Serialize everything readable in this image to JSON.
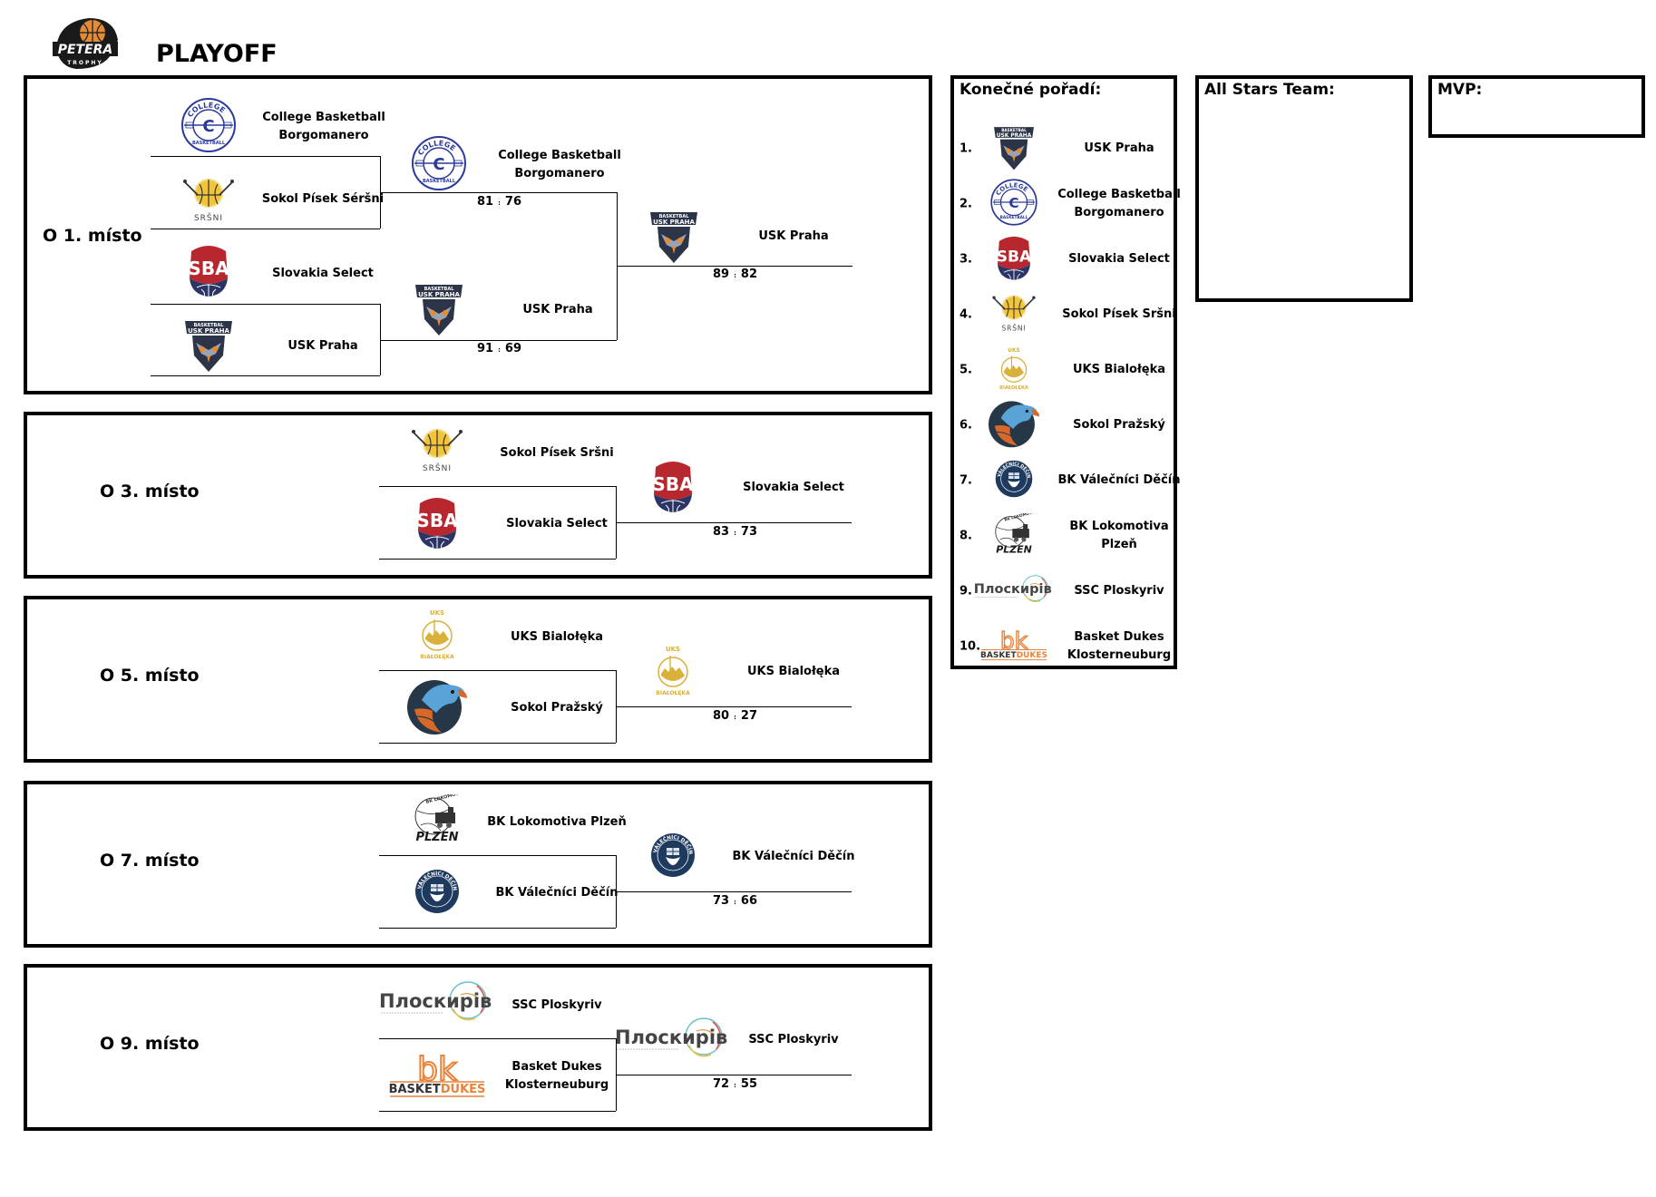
{
  "header": {
    "title": "PLAYOFF",
    "logo": "petera-trophy-logo"
  },
  "sections": [
    {
      "label": "O 1. místo",
      "semis": [
        {
          "team_a": "College Basketball Borgomanero",
          "logo_a": "college",
          "team_b": "Sokol Písek Séršni",
          "logo_b": "srsni",
          "winner": "College Basketball Borgomanero",
          "logo_w": "college",
          "score_w": "81",
          "score_l": "76"
        },
        {
          "team_a": "Slovakia Select",
          "logo_a": "sba",
          "team_b": "USK Praha",
          "logo_b": "usk",
          "winner": "USK Praha",
          "logo_w": "usk",
          "score_w": "91",
          "score_l": "69"
        }
      ],
      "final": {
        "winner": "USK Praha",
        "logo_w": "usk",
        "score_w": "89",
        "score_l": "82"
      }
    },
    {
      "label": "O 3. místo",
      "team_a": "Sokol Písek Sršni",
      "logo_a": "srsni",
      "team_b": "Slovakia Select",
      "logo_b": "sba",
      "winner": "Slovakia Select",
      "logo_w": "sba",
      "score_w": "83",
      "score_l": "73"
    },
    {
      "label": "O 5. místo",
      "team_a": "UKS Bialołęka",
      "logo_a": "uks",
      "team_b": "Sokol Pražský",
      "logo_b": "sokol-prazsky",
      "winner": "UKS Bialołęka",
      "logo_w": "uks",
      "score_w": "80",
      "score_l": "27"
    },
    {
      "label": "O 7. místo",
      "team_a": "BK Lokomotiva Plzeň",
      "logo_a": "plzen",
      "team_b": "BK Válečníci Děčín",
      "logo_b": "decin",
      "winner": "BK Válečníci Děčín",
      "logo_w": "decin",
      "score_w": "73",
      "score_l": "66"
    },
    {
      "label": "O 9. místo",
      "team_a": "SSC Ploskyriv",
      "logo_a": "ploskyriv",
      "team_b": "Basket Dukes Klosterneuburg",
      "logo_b": "dukes",
      "winner": "SSC Ploskyriv",
      "logo_w": "ploskyriv",
      "score_w": "72",
      "score_l": "55"
    }
  ],
  "score_separator": ":",
  "standings": {
    "title": "Konečné pořadí:",
    "rows": [
      {
        "rank": "1.",
        "team": "USK Praha",
        "logo": "usk"
      },
      {
        "rank": "2.",
        "team": "College Basketball Borgomanero",
        "logo": "college"
      },
      {
        "rank": "3.",
        "team": "Slovakia Select",
        "logo": "sba"
      },
      {
        "rank": "4.",
        "team": "Sokol Písek Sršni",
        "logo": "srsni"
      },
      {
        "rank": "5.",
        "team": "UKS Bialołęka",
        "logo": "uks"
      },
      {
        "rank": "6.",
        "team": "Sokol Pražský",
        "logo": "sokol-prazsky"
      },
      {
        "rank": "7.",
        "team": "BK Válečníci Děčín",
        "logo": "decin"
      },
      {
        "rank": "8.",
        "team": "BK Lokomotiva Plzeň",
        "logo": "plzen"
      },
      {
        "rank": "9.",
        "team": "SSC Ploskyriv",
        "logo": "ploskyriv"
      },
      {
        "rank": "10.",
        "team": "Basket Dukes Klosterneuburg",
        "logo": "dukes"
      }
    ]
  },
  "all_stars": {
    "title": "All Stars Team:"
  },
  "mvp": {
    "title": "MVP:"
  },
  "colors": {
    "border": "#000000",
    "college_blue": "#2a3a9a",
    "usk_navy": "#2c3448",
    "usk_orange": "#f08a24",
    "sba_red": "#b8262e",
    "sba_navy": "#2a3566",
    "srsni_yellow": "#f2c43a",
    "uks_gold": "#d9b03a",
    "sokol_orange": "#d8682a",
    "sokol_blue": "#5aa3d6",
    "decin_navy": "#1f3a5f",
    "dukes_orange": "#e8843a",
    "ploskyriv_gray": "#444444"
  }
}
